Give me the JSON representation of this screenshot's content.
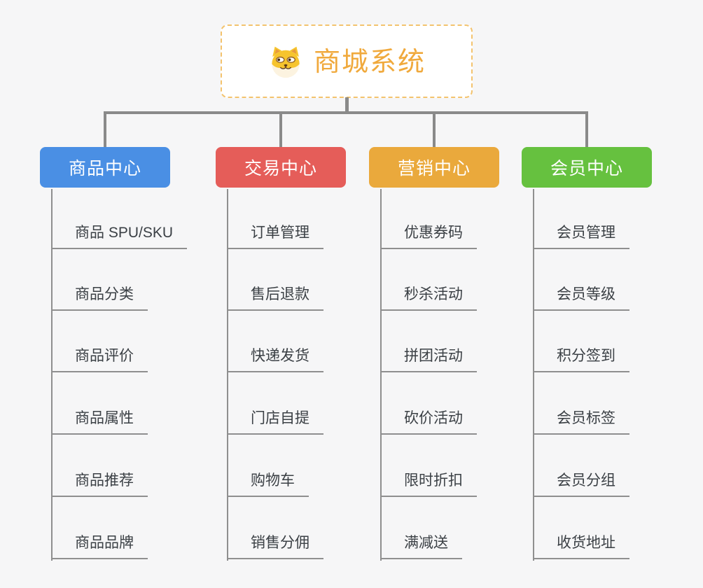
{
  "root": {
    "title": "商城系统",
    "icon": "dog-icon"
  },
  "branches": [
    {
      "label": "商品中心",
      "color": "#4a8fe4",
      "children": [
        "商品 SPU/SKU",
        "商品分类",
        "商品评价",
        "商品属性",
        "商品推荐",
        "商品品牌"
      ]
    },
    {
      "label": "交易中心",
      "color": "#e55d59",
      "children": [
        "订单管理",
        "售后退款",
        "快递发货",
        "门店自提",
        "购物车",
        "销售分佣"
      ]
    },
    {
      "label": "营销中心",
      "color": "#eaa93c",
      "children": [
        "优惠券码",
        "秒杀活动",
        "拼团活动",
        "砍价活动",
        "限时折扣",
        "满减送"
      ]
    },
    {
      "label": "会员中心",
      "color": "#66c13f",
      "children": [
        "会员管理",
        "会员等级",
        "积分签到",
        "会员标签",
        "会员分组",
        "收货地址"
      ]
    }
  ],
  "colors": {
    "background": "#f6f6f7",
    "connector": "#8a8a8a",
    "leaf_line": "#8f8f8f",
    "leaf_text": "#3b4045",
    "root_text": "#f0a93c",
    "root_border": "#f3c36e"
  }
}
